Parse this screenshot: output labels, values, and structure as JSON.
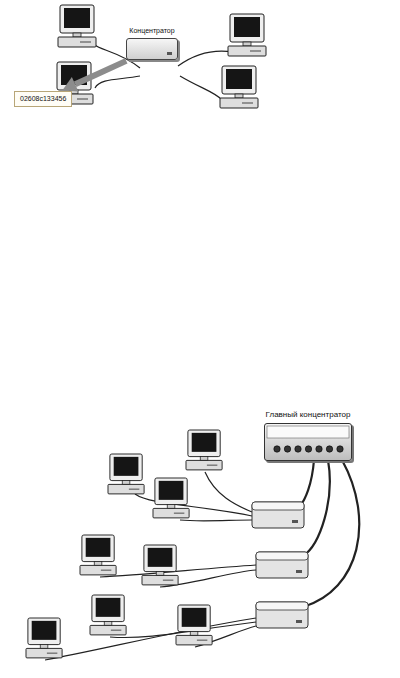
{
  "diagram": {
    "nodes": [
      {
        "text": [
          "Концентратор"
        ]
      },
      {
        "text": [
          "02608c133456"
        ]
      },
      {
        "text": [
          "Главный концентратор"
        ]
      }
    ],
    "edges": [
      {
        "from": 0,
        "to": 1,
        "arrow": "to"
      }
    ]
  }
}
